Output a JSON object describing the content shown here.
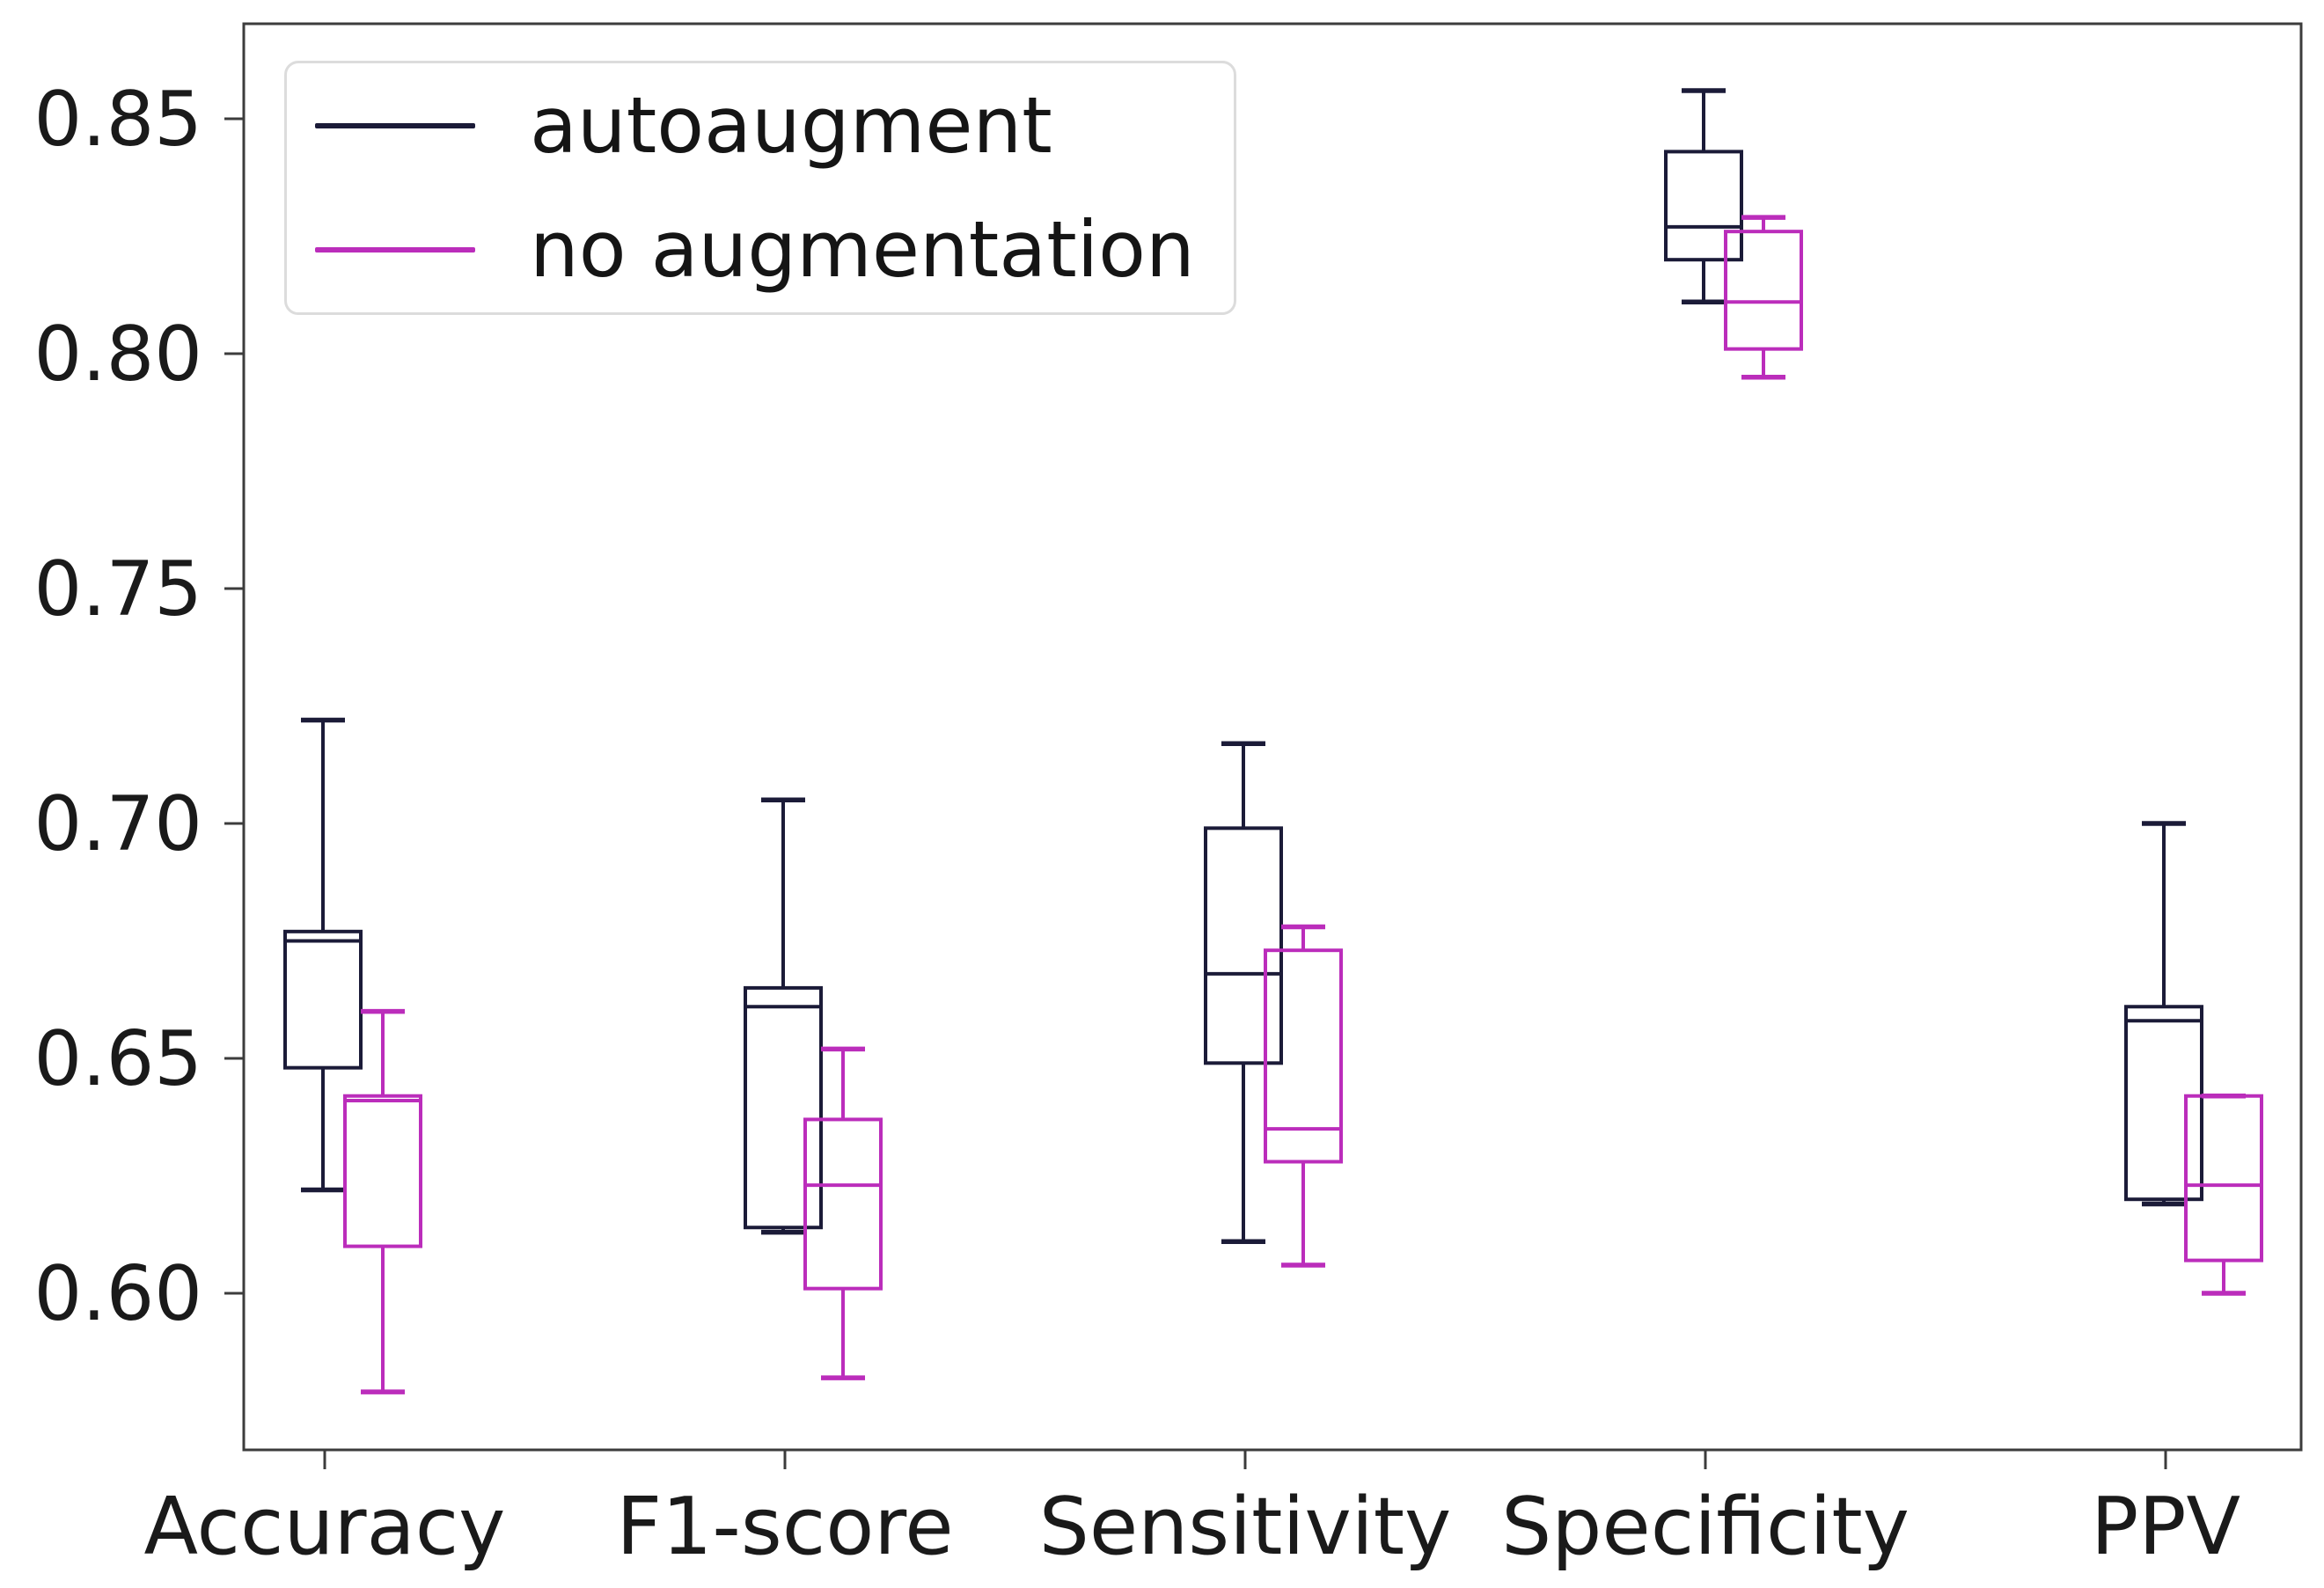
{
  "figure": {
    "background_color": "#ffffff",
    "axes_border_color": "#3c3c3c",
    "tick_label_color": "#1a1a1a"
  },
  "chart_data": {
    "type": "boxplot",
    "title": "",
    "xlabel": "",
    "ylabel": "",
    "grid": false,
    "legend_position": "upper left",
    "categories": [
      "Accuracy",
      "F1-score",
      "Sensitivity",
      "Specificity",
      "PPV"
    ],
    "ytick_labels": [
      "0.85",
      "0.80",
      "0.75",
      "0.70",
      "0.65",
      "0.60"
    ],
    "yticks": [
      0.85,
      0.8,
      0.75,
      0.7,
      0.65,
      0.6
    ],
    "ylim": [
      0.567,
      0.87
    ],
    "series": [
      {
        "name": "autoaugment",
        "color": "#1b1b38",
        "boxes": [
          {
            "category": "Accuracy",
            "whisker_low": 0.622,
            "q1": 0.648,
            "median": 0.675,
            "q3": 0.677,
            "whisker_high": 0.722
          },
          {
            "category": "F1-score",
            "whisker_low": 0.613,
            "q1": 0.614,
            "median": 0.661,
            "q3": 0.665,
            "whisker_high": 0.705
          },
          {
            "category": "Sensitivity",
            "whisker_low": 0.611,
            "q1": 0.649,
            "median": 0.668,
            "q3": 0.699,
            "whisker_high": 0.717
          },
          {
            "category": "Specificity",
            "whisker_low": 0.811,
            "q1": 0.82,
            "median": 0.827,
            "q3": 0.843,
            "whisker_high": 0.856
          },
          {
            "category": "PPV",
            "whisker_low": 0.619,
            "q1": 0.62,
            "median": 0.658,
            "q3": 0.661,
            "whisker_high": 0.7
          }
        ]
      },
      {
        "name": "no augmentation",
        "color": "#bb2dbb",
        "boxes": [
          {
            "category": "Accuracy",
            "whisker_low": 0.579,
            "q1": 0.61,
            "median": 0.641,
            "q3": 0.642,
            "whisker_high": 0.66
          },
          {
            "category": "F1-score",
            "whisker_low": 0.582,
            "q1": 0.601,
            "median": 0.623,
            "q3": 0.637,
            "whisker_high": 0.652
          },
          {
            "category": "Sensitivity",
            "whisker_low": 0.606,
            "q1": 0.628,
            "median": 0.635,
            "q3": 0.673,
            "whisker_high": 0.678
          },
          {
            "category": "Specificity",
            "whisker_low": 0.795,
            "q1": 0.801,
            "median": 0.811,
            "q3": 0.826,
            "whisker_high": 0.829
          },
          {
            "category": "PPV",
            "whisker_low": 0.6,
            "q1": 0.607,
            "median": 0.623,
            "q3": 0.642,
            "whisker_high": 0.642
          }
        ]
      }
    ]
  }
}
